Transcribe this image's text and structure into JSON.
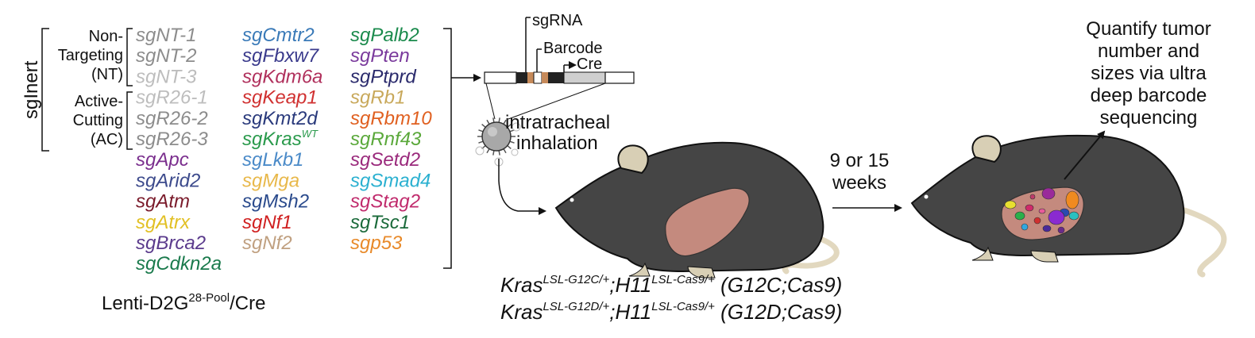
{
  "labels": {
    "sginert": "sgInert",
    "nt": [
      "Non-",
      "Targeting",
      "(NT)"
    ],
    "ac": [
      "Active-",
      "Cutting",
      "(AC)"
    ],
    "pool_main": "Lenti-D2G",
    "pool_sup": "28-Pool",
    "pool_end": "/Cre",
    "sgrna": "sgRNA",
    "barcode": "Barcode",
    "cre": "Cre",
    "intra": [
      "intratracheal",
      "inhalation"
    ],
    "weeks": [
      "9 or 15",
      "weeks"
    ],
    "quantify": [
      "Quantify tumor",
      "number and",
      "sizes via ultra",
      "deep barcode",
      "sequencing"
    ]
  },
  "guides": {
    "col1": [
      {
        "text": "sgNT-1",
        "color": "#8c8c8c"
      },
      {
        "text": "sgNT-2",
        "color": "#8c8c8c"
      },
      {
        "text": "sgNT-3",
        "color": "#bdbdbd"
      },
      {
        "text": "sgR26-1",
        "color": "#bdbdbd"
      },
      {
        "text": "sgR26-2",
        "color": "#8c8c8c"
      },
      {
        "text": "sgR26-3",
        "color": "#8c8c8c"
      },
      {
        "text": "sgApc",
        "color": "#7b2f8e"
      },
      {
        "text": "sgArid2",
        "color": "#3c4a8c"
      },
      {
        "text": "sgAtm",
        "color": "#7a1a2a"
      },
      {
        "text": "sgAtrx",
        "color": "#e2c024"
      },
      {
        "text": "sgBrca2",
        "color": "#5a3a8c"
      },
      {
        "text": "sgCdkn2a",
        "color": "#1a7a4c"
      }
    ],
    "col2": [
      {
        "text": "sgCmtr2",
        "color": "#3a7ab8"
      },
      {
        "text": "sgFbxw7",
        "color": "#3a3a8c"
      },
      {
        "text": "sgKdm6a",
        "color": "#b0305c"
      },
      {
        "text": "sgKeap1",
        "color": "#d03030"
      },
      {
        "text": "sgKmt2d",
        "color": "#2a3a7c"
      },
      {
        "text": "sgKras",
        "sup": "WT",
        "color": "#2a9a4c"
      },
      {
        "text": "sgLkb1",
        "color": "#4a8ac8"
      },
      {
        "text": "sgMga",
        "color": "#e8b84a"
      },
      {
        "text": "sgMsh2",
        "color": "#2a4a8c"
      },
      {
        "text": "sgNf1",
        "color": "#d02020"
      },
      {
        "text": "sgNf2",
        "color": "#c0a080"
      }
    ],
    "col3": [
      {
        "text": "sgPalb2",
        "color": "#1a8a4c"
      },
      {
        "text": "sgPten",
        "color": "#7a3a9c"
      },
      {
        "text": "sgPtprd",
        "color": "#2a2a6c"
      },
      {
        "text": "sgRb1",
        "color": "#c8a85a"
      },
      {
        "text": "sgRbm10",
        "color": "#e06020"
      },
      {
        "text": "sgRnf43",
        "color": "#5aa83a"
      },
      {
        "text": "sgSetd2",
        "color": "#9a2a7c"
      },
      {
        "text": "sgSmad4",
        "color": "#2ab0d0"
      },
      {
        "text": "sgStag2",
        "color": "#c02a6c"
      },
      {
        "text": "sgTsc1",
        "color": "#1a6a3a"
      },
      {
        "text": "sgp53",
        "color": "#e88a2a"
      }
    ]
  },
  "genotypes": [
    {
      "a": "Kras",
      "as": "LSL-G12C/+",
      "b": ";H11",
      "bs": "LSL-Cas9/+",
      "c": " (G12C;Cas9)"
    },
    {
      "a": "Kras",
      "as": "LSL-G12D/+",
      "b": ";H11",
      "bs": "LSL-Cas9/+",
      "c": " (G12D;Cas9)"
    }
  ],
  "colors": {
    "mouse_body": "#454545",
    "mouse_ear": "#d8cfb5",
    "lung": "#c48a7e",
    "tail": "#e2d8bf",
    "virus": "#a8a8a8"
  },
  "tumors": [
    {
      "color": "#e8e030"
    },
    {
      "color": "#2ab04a"
    },
    {
      "color": "#d02a6a"
    },
    {
      "color": "#9a2a9a"
    },
    {
      "color": "#f08a20"
    },
    {
      "color": "#2a4ab0"
    },
    {
      "color": "#8a2ad0"
    },
    {
      "color": "#2ac0c0"
    },
    {
      "color": "#d03030"
    },
    {
      "color": "#e85a9a"
    },
    {
      "color": "#4a2a9a"
    },
    {
      "color": "#30a8e0"
    },
    {
      "color": "#6a2a8a"
    },
    {
      "color": "#c03a6a"
    }
  ]
}
